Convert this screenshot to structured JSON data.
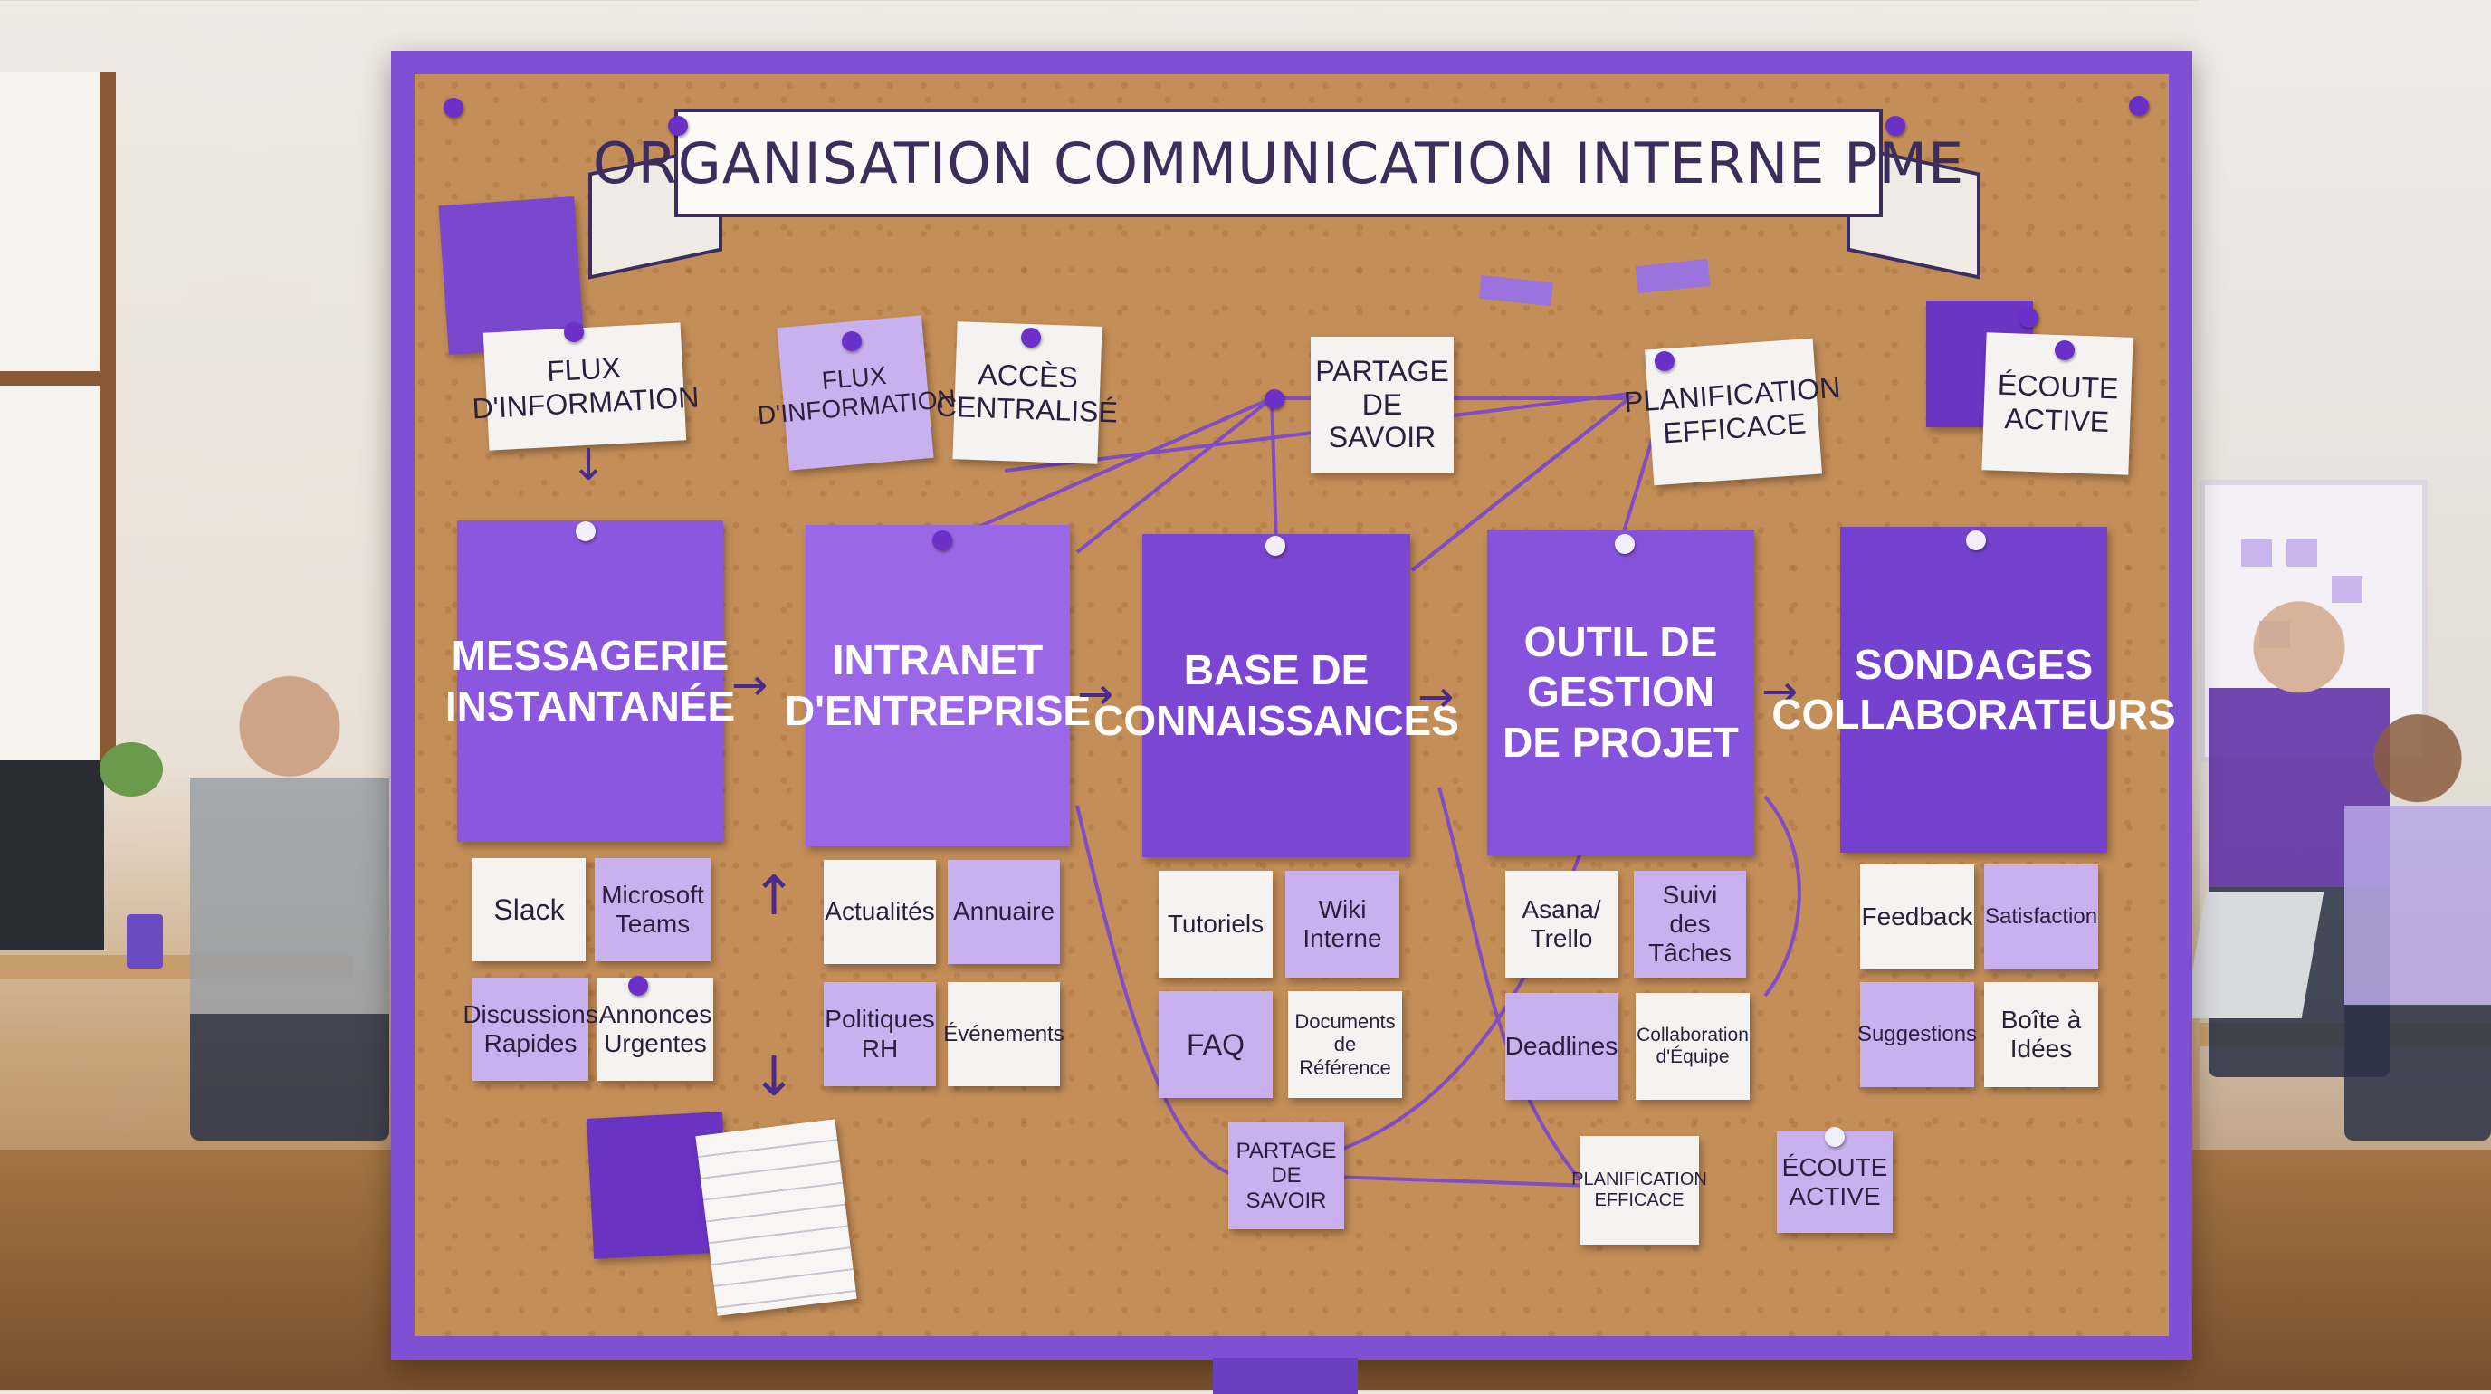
{
  "title": "ORGANISATION COMMUNICATION INTERNE PME",
  "top_notes": {
    "flux_information_1": "FLUX D'INFORMATION",
    "flux_information_2": "FLUX D'INFORMATION",
    "acces_centralise": "ACCÈS CENTRALISÉ",
    "partage_savoir": "PARTAGE DE SAVOIR",
    "planification_efficace": "PLANIFICATION EFFICACE",
    "ecoute_active": "ÉCOUTE ACTIVE"
  },
  "main_cards": [
    {
      "label": "MESSAGERIE INSTANTANÉE"
    },
    {
      "label": "INTRANET D'ENTREPRISE"
    },
    {
      "label": "BASE DE CONNAISSANCES"
    },
    {
      "label": "OUTIL DE GESTION DE PROJET"
    },
    {
      "label": "SONDAGES COLLABORATEURS"
    }
  ],
  "sub_notes": {
    "messagerie": [
      "Slack",
      "Microsoft Teams",
      "Discussions Rapides",
      "Annonces Urgentes"
    ],
    "intranet": [
      "Actualités",
      "Annuaire",
      "Politiques RH",
      "Événements"
    ],
    "base": [
      "Tutoriels",
      "Wiki Interne",
      "FAQ",
      "Documents de Référence"
    ],
    "outil": [
      "Asana/ Trello",
      "Suivi des Tâches",
      "Deadlines",
      "Collaboration d'Équipe"
    ],
    "sondages": [
      "Feedback",
      "Satisfaction",
      "Suggestions",
      "Boîte à Idées"
    ]
  },
  "bottom_notes": {
    "partage_savoir": "PARTAGE DE SAVOIR",
    "planification_efficace": "PLANIFICATION EFFICACE",
    "ecoute_active": "ÉCOUTE ACTIVE"
  },
  "colors": {
    "board_frame": "#7f4fd4",
    "cork": "#c48e58",
    "banner_text": "#3d2d5c"
  }
}
